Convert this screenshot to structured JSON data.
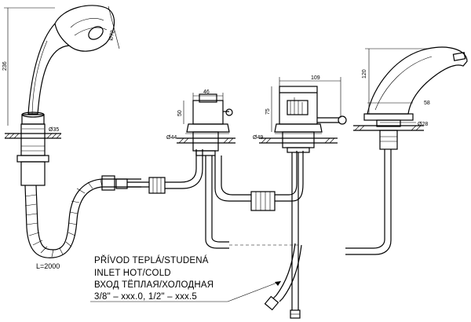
{
  "dimensions": {
    "handshower_height": "236",
    "handshower_head_dia": "Ø72",
    "handshower_base_dia": "Ø35",
    "hose_length": "L=2000",
    "valve_left_width": "46",
    "valve_left_height": "50",
    "valve_left_base_dia": "Ø44",
    "valve_right_width": "109",
    "valve_right_height": "75",
    "valve_right_base_dia": "Ø49",
    "spout_height": "120",
    "spout_width": "58",
    "spout_base_dia": "Ø28"
  },
  "note": {
    "line1": "PŘÍVOD TEPLÁ/STUDENÁ",
    "line2": "INLET HOT/COLD",
    "line3": "ВХОД ТЁПЛАЯ/ХОЛОДНАЯ",
    "line4": "3/8\" – xxx.0, 1/2\" – xxx.5"
  }
}
